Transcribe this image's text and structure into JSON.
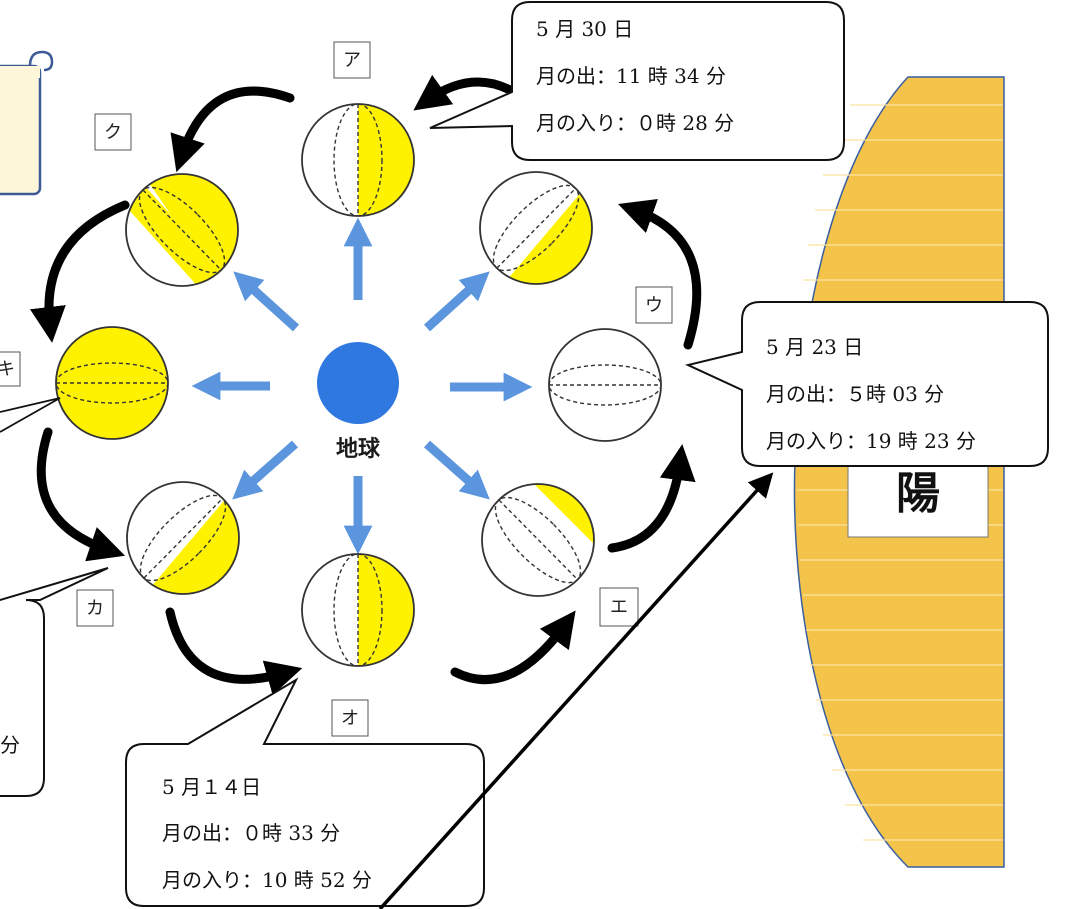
{
  "center": {
    "label": "地球"
  },
  "sun": {
    "label": "陽"
  },
  "moon_labels": {
    "a": "ア",
    "ku": "ク",
    "u": "ウ",
    "ki": "キ",
    "ka": "カ",
    "e": "エ",
    "o": "オ"
  },
  "callouts": {
    "may30": {
      "date": "5 月 30 日",
      "rise": "月の出：11 時 34 分",
      "set": "月の入り：０時 28 分"
    },
    "may23": {
      "date": "5 月 23 日",
      "rise": "月の出：５時 03 分",
      "set": "月の入り：19 時 23 分"
    },
    "may14": {
      "date": "5 月１４日",
      "rise": "月の出：０時 33 分",
      "set": "月の入り：10 時 52 分"
    },
    "left": {
      "tail": "分"
    }
  },
  "colors": {
    "lit": "#fff200",
    "moon_outline": "#333333",
    "earth": "#2f78e0",
    "arrow_blue": "#5b95dd",
    "sun_fill": "#f4c44a",
    "sun_stroke": "#3a5fa0",
    "note_bg": "#fdf6d8",
    "note_border": "#3c5b96"
  }
}
